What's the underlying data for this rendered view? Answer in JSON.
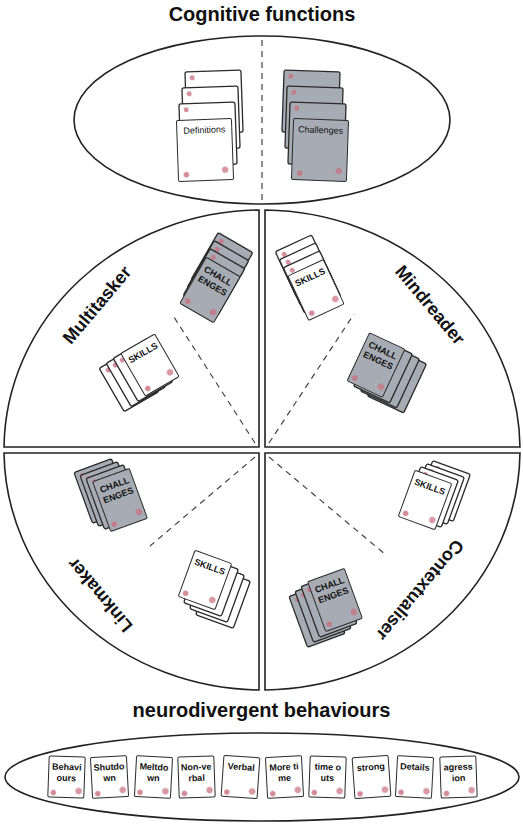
{
  "diagram": {
    "nodes": [
      {
        "text": [
          "Cognitive functions"
        ]
      },
      {
        "text": [
          "Definitions"
        ],
        "in": 0
      },
      {
        "text": [
          "Challenges"
        ],
        "in": 0
      },
      {
        "text": [
          "Multitasker"
        ]
      },
      {
        "text": [
          "CHALLENGES"
        ],
        "in": 3
      },
      {
        "text": [
          "SKILLS"
        ],
        "in": 3
      },
      {
        "text": [
          "Mindreader"
        ]
      },
      {
        "text": [
          "SKILLS"
        ],
        "in": 6
      },
      {
        "text": [
          "CHALLENGES"
        ],
        "in": 6
      },
      {
        "text": [
          "Linkmaker"
        ]
      },
      {
        "text": [
          "CHALLENGES"
        ],
        "in": 9
      },
      {
        "text": [
          "SKILLS"
        ],
        "in": 9
      },
      {
        "text": [
          "Contextualiser"
        ]
      },
      {
        "text": [
          "SKILLS"
        ],
        "in": 12
      },
      {
        "text": [
          "CHALLENGES"
        ],
        "in": 12
      },
      {
        "text": [
          "neurodivergent behaviours"
        ]
      },
      {
        "text": [
          "Behaviours"
        ],
        "in": 15
      },
      {
        "text": [
          "Shutdown"
        ],
        "in": 15
      },
      {
        "text": [
          "Meltdown"
        ],
        "in": 15
      },
      {
        "text": [
          "Non-verbal"
        ],
        "in": 15
      },
      {
        "text": [
          "Verbal"
        ],
        "in": 15
      },
      {
        "text": [
          "More time"
        ],
        "in": 15
      },
      {
        "text": [
          "time outs"
        ],
        "in": 15
      },
      {
        "text": [
          "strong"
        ],
        "in": 15
      },
      {
        "text": [
          "Details"
        ],
        "in": 15
      },
      {
        "text": [
          "agression"
        ],
        "in": 15
      }
    ]
  }
}
